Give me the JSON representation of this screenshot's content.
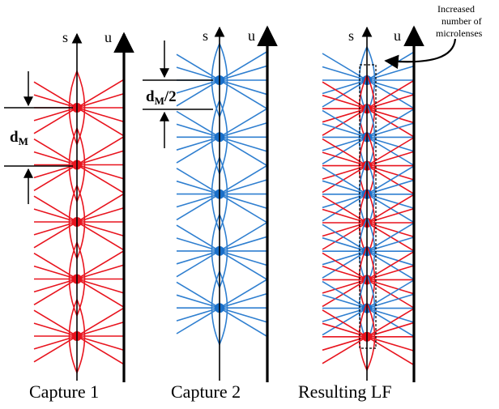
{
  "panels": [
    {
      "caption": "Capture 1",
      "s_label": "s",
      "u_label": "u",
      "lens_color": "#e8141e",
      "dot_color": "#e8141e",
      "lens_count": 5
    },
    {
      "caption": "Capture 2",
      "s_label": "s",
      "u_label": "u",
      "lens_color": "#2f7fd0",
      "dot_color": "#1a6fc8",
      "lens_count": 5
    },
    {
      "caption": "Resulting LF",
      "s_label": "s",
      "u_label": "u",
      "lens_count": 10
    }
  ],
  "dimension_labels": {
    "pitch_main": "d",
    "pitch_sub": "M",
    "half_pitch_main": "d",
    "half_pitch_sub": "M",
    "half_pitch_suffix": "/2"
  },
  "annotation": {
    "line1": "Increased",
    "line2": "number of",
    "line3": "microlenses"
  },
  "colors": {
    "red": "#e8141e",
    "blue": "#2f7fd0",
    "blue_dot": "#1a6fc8",
    "axis": "#000000"
  }
}
